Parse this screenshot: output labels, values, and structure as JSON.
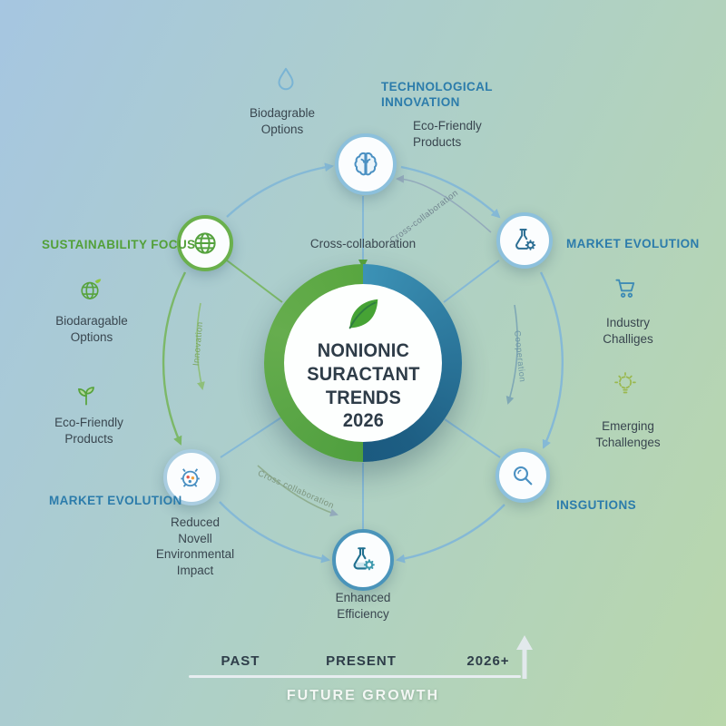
{
  "center": {
    "title_lines": [
      "NONIONIC",
      "SURACTANT",
      "TRENDS",
      "2026"
    ],
    "hub_label": "Cross-collaboration"
  },
  "categories": {
    "technological_innovation": [
      "TECHNOLOGICAL",
      "INNOVATION"
    ],
    "sustainability_focus": "SUSTAINABILITY FOCUS",
    "market_evolution_right": "MARKET EVOLUTION",
    "market_evolution_left": "MARKET EVOLUTION",
    "insgutions": "INSGUTIONS"
  },
  "items": {
    "biodagrable_top": [
      "Biodagrable",
      "Options"
    ],
    "eco_friendly_top": [
      "Eco-Friendly",
      "Products"
    ],
    "biodaragable_left": [
      "Biodaragable",
      "Options"
    ],
    "industry_challenges": [
      "Industry",
      "Challiges"
    ],
    "eco_friendly_left": [
      "Eco-Friendly",
      "Products"
    ],
    "emerging_challenges": [
      "Emerging",
      "Tchallenges"
    ],
    "reduced_impact": [
      "Reduced",
      "Novell",
      "Environmental",
      "Impact"
    ],
    "enhanced_efficiency": [
      "Enhanced",
      "Efficiency"
    ]
  },
  "arc_labels": {
    "top_right": "Cross-collaboration",
    "left": "Innovation",
    "right": "Cooperation",
    "bottom_left": "Cross collaboration"
  },
  "timeline": {
    "past": "PAST",
    "present": "PRESENT",
    "future": "2026+",
    "growth": "FUTURE GROWTH"
  },
  "colors": {
    "blue_heading": "#2c7cab",
    "green_heading": "#53a039",
    "ring_blue": "#1d5e83",
    "ring_green": "#58a63f",
    "arc_blue": "#85b9d6",
    "arc_green": "#7cb868",
    "text_dark": "#39464f"
  }
}
